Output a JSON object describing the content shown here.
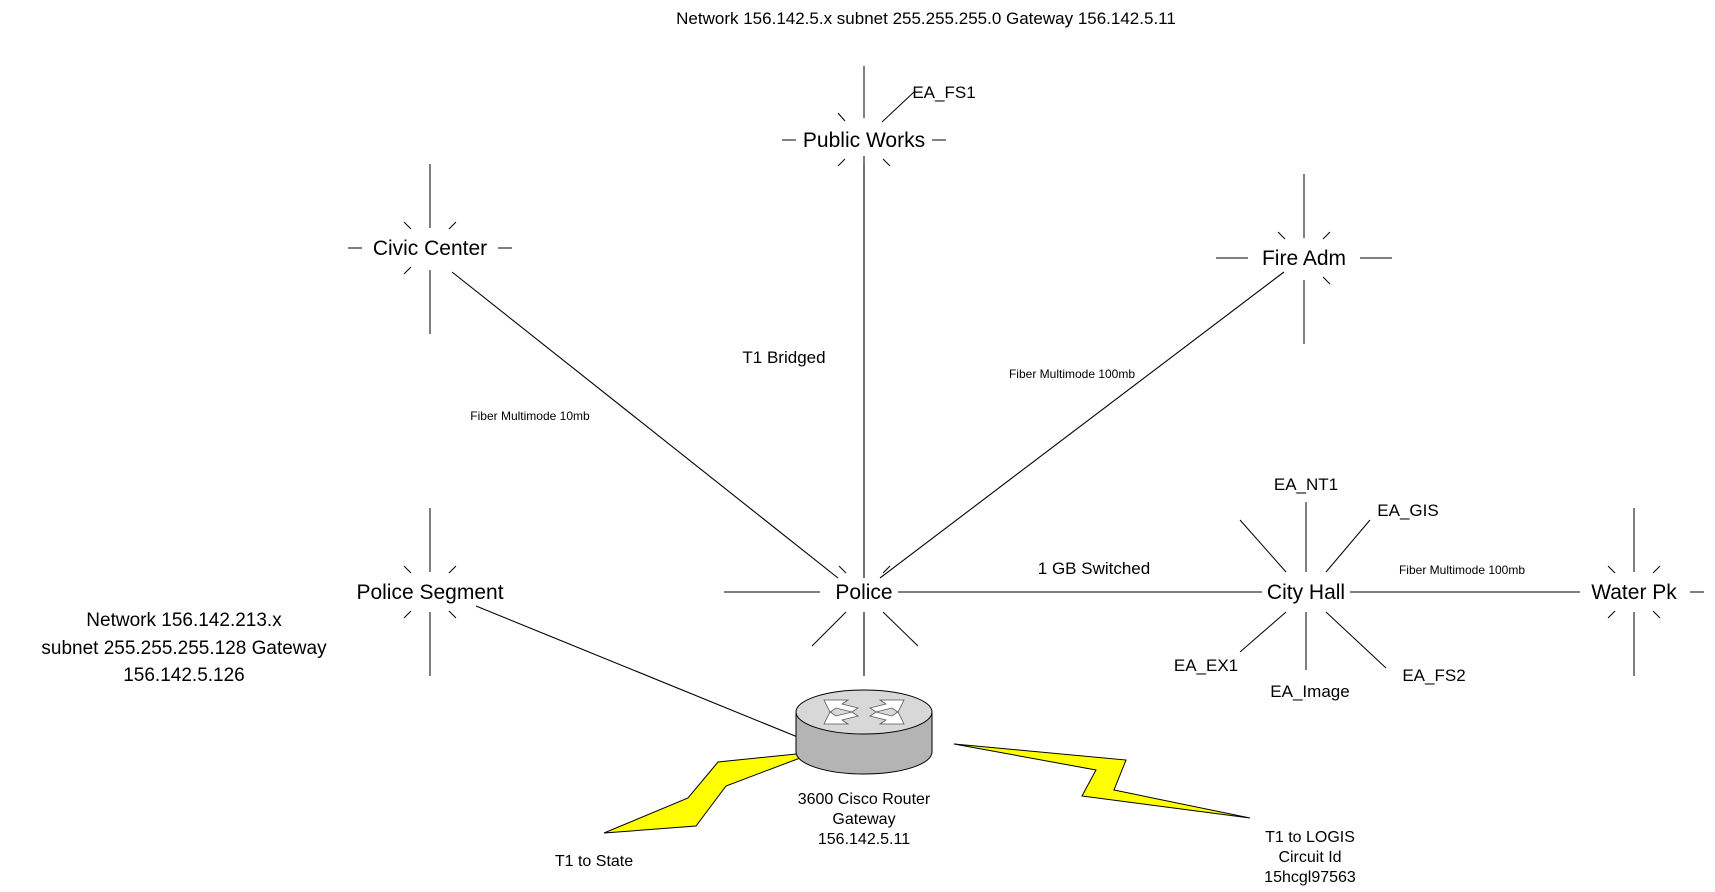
{
  "title": "Network 156.142.5.x subnet 255.255.255.0 Gateway 156.142.5.11",
  "nodes": {
    "public_works": "Public Works",
    "civic_center": "Civic Center",
    "fire_adm": "Fire Adm",
    "police_segment": "Police Segment",
    "police": "Police",
    "city_hall": "City Hall",
    "water_pk": "Water Pk"
  },
  "servers": {
    "ea_fs1": "EA_FS1",
    "ea_nt1": "EA_NT1",
    "ea_gis": "EA_GIS",
    "ea_ex1": "EA_EX1",
    "ea_image": "EA_Image",
    "ea_fs2": "EA_FS2"
  },
  "links": {
    "t1_bridged": "T1 Bridged",
    "fiber_civic": "Fiber Multimode 10mb",
    "fiber_fire": "Fiber Multimode 100mb",
    "gb_switched": "1 GB Switched",
    "fiber_water": "Fiber Multimode 100mb"
  },
  "police_segment_network": [
    "Network 156.142.213.x",
    "subnet 255.255.255.128 Gateway",
    "156.142.5.126"
  ],
  "router": {
    "lines": [
      "3600 Cisco Router",
      "Gateway",
      "156.142.5.11"
    ]
  },
  "wan": {
    "state": "T1 to State",
    "logis": [
      "T1 to LOGIS",
      "Circuit Id",
      "15hcgl97563"
    ]
  },
  "colors": {
    "lightning": "#ffff00",
    "router_body": "#b4b4b4",
    "router_top": "#d8d8d8"
  }
}
